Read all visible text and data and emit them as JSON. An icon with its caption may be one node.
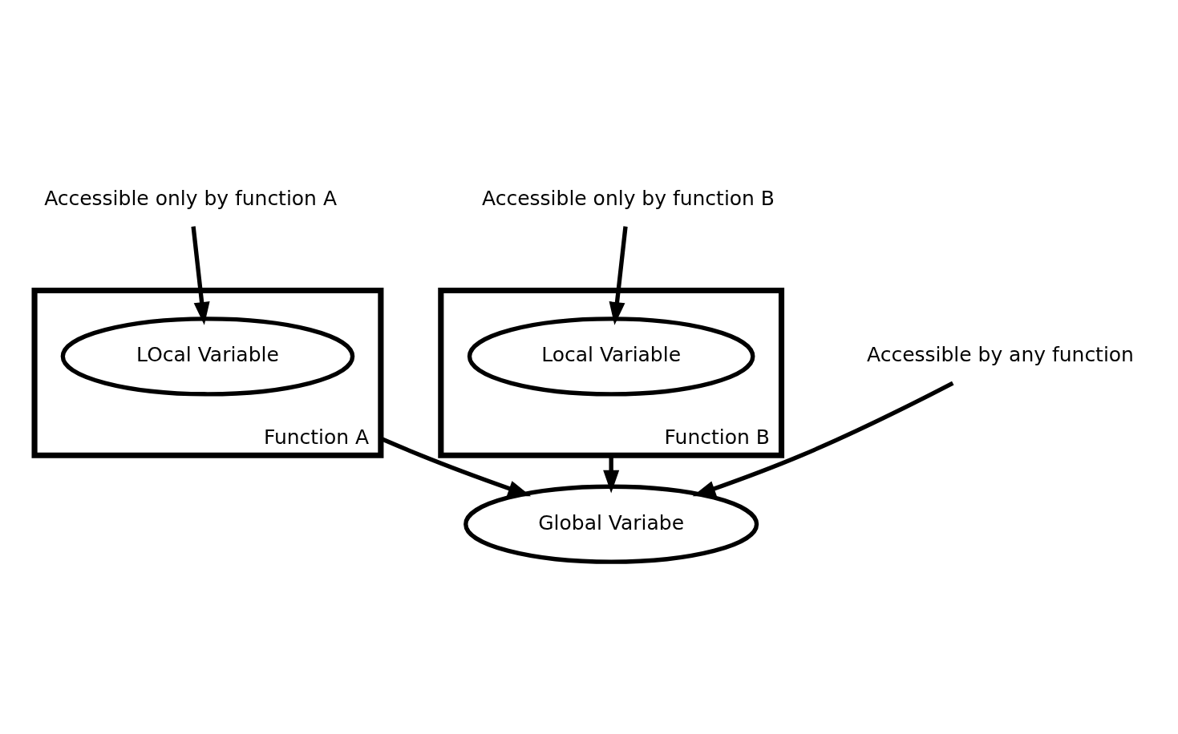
{
  "diagram": {
    "nodes": [
      {
        "text": [
          "Global Variabe"
        ]
      },
      {
        "text": [
          "Function A"
        ]
      },
      {
        "text": [
          "LOcal Variable"
        ],
        "in": 1
      },
      {
        "text": [
          "Function B"
        ]
      },
      {
        "text": [
          "Local Variable"
        ],
        "in": 3
      },
      {
        "text": [
          "Accessible only by function A"
        ]
      },
      {
        "text": [
          "Accessible by any function"
        ]
      },
      {
        "text": [
          "Accessible only by function B"
        ]
      }
    ],
    "edges": [
      {
        "from": 1,
        "to": 0,
        "arrow": "to"
      },
      {
        "from": 3,
        "to": 0,
        "arrow": "to"
      },
      {
        "from": 6,
        "to": 0,
        "arrow": "to"
      },
      {
        "from": 5,
        "to": 2,
        "arrow": "to"
      },
      {
        "from": 7,
        "to": 4,
        "arrow": "to"
      }
    ]
  }
}
